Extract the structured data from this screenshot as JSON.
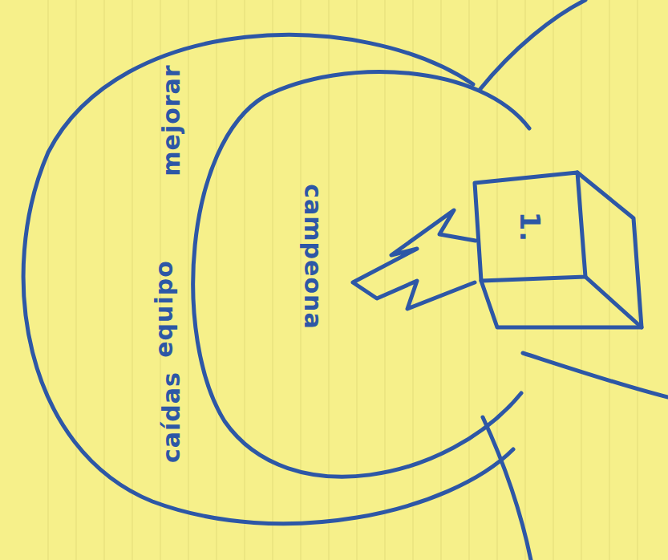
{
  "diagram": {
    "nodes": [
      {
        "text": [
          "1."
        ]
      }
    ],
    "labels": [
      "mejorar",
      "equipo",
      "caídas",
      "campeona"
    ]
  }
}
